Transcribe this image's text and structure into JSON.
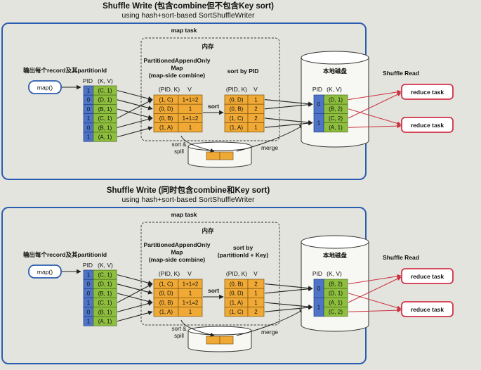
{
  "diagrams": [
    {
      "title": "Shuffle Write (包含combine但不包含Key sort)",
      "subtitle": "using hash+sort-based SortShuffleWriter",
      "map_task_label": "map task",
      "memory_label": "内存",
      "disk_label": "本地磁盘",
      "output_label": "输出每个record及其partitionId",
      "map_label": "map()",
      "input_header": [
        "PID",
        "(K, V)"
      ],
      "input_rows": [
        [
          "1",
          "(C, 1)"
        ],
        [
          "0",
          "(D, 1)"
        ],
        [
          "0",
          "(B, 1)"
        ],
        [
          "1",
          "(C, 1)"
        ],
        [
          "0",
          "(B, 1)"
        ],
        [
          "1",
          "(A, 1)"
        ]
      ],
      "paom_label": [
        "PartitionedAppendOnly",
        "Map",
        "(map-side combine)"
      ],
      "paom_header": [
        "(PID, K)",
        "V"
      ],
      "paom_rows": [
        [
          "(1, C)",
          "1+1=2"
        ],
        [
          "(0, D)",
          "1"
        ],
        [
          "(0, B)",
          "1+1=2"
        ],
        [
          "(1, A)",
          "1"
        ]
      ],
      "sort_label": "sort",
      "sorted_title": [
        "sort by PID"
      ],
      "sorted_header": [
        "(PID, K)",
        "V"
      ],
      "sorted_rows": [
        [
          "(0, D)",
          "1"
        ],
        [
          "(0, B)",
          "2"
        ],
        [
          "(1, C)",
          "2"
        ],
        [
          "(1, A)",
          "1"
        ]
      ],
      "spill_label": [
        "sort &",
        "spill"
      ],
      "merge_label": "merge",
      "disk_header": [
        "PID",
        "(K, V)"
      ],
      "disk_pids": [
        "0",
        "1"
      ],
      "disk_rows": [
        "(D, 1)",
        "(B, 2)",
        "(C, 2)",
        "(A, 1)"
      ],
      "shuffle_read_label": "Shuffle Read",
      "reduce_labels": [
        "reduce task",
        "reduce task"
      ]
    },
    {
      "title": "Shuffle Write (同时包含combine和Key sort)",
      "subtitle": "using hash+sort-based SortShuffleWriter",
      "map_task_label": "map task",
      "memory_label": "内存",
      "disk_label": "本地磁盘",
      "output_label": "输出每个record及其partitionId",
      "map_label": "map()",
      "input_header": [
        "PID",
        "(K, V)"
      ],
      "input_rows": [
        [
          "1",
          "(C, 1)"
        ],
        [
          "0",
          "(D, 1)"
        ],
        [
          "0",
          "(B, 1)"
        ],
        [
          "1",
          "(C, 1)"
        ],
        [
          "0",
          "(B, 1)"
        ],
        [
          "1",
          "(A, 1)"
        ]
      ],
      "paom_label": [
        "PartitionedAppendOnly",
        "Map",
        "(map-side combine)"
      ],
      "paom_header": [
        "(PID, K)",
        "V"
      ],
      "paom_rows": [
        [
          "(1, C)",
          "1+1=2"
        ],
        [
          "(0, D)",
          "1"
        ],
        [
          "(0, B)",
          "1+1=2"
        ],
        [
          "(1, A)",
          "1"
        ]
      ],
      "sort_label": "sort",
      "sorted_title": [
        "sort by",
        "(partitionId + Key)"
      ],
      "sorted_header": [
        "(PID, K)",
        "V"
      ],
      "sorted_rows": [
        [
          "(0, B)",
          "2"
        ],
        [
          "(0, D)",
          "1"
        ],
        [
          "(1, A)",
          "1"
        ],
        [
          "(1, C)",
          "2"
        ]
      ],
      "spill_label": [
        "sort &",
        "spill"
      ],
      "merge_label": "merge",
      "disk_header": [
        "PID",
        "(K, V)"
      ],
      "disk_pids": [
        "0",
        "1"
      ],
      "disk_rows": [
        "(B, 2)",
        "(D, 1)",
        "(A, 1)",
        "(C, 2)"
      ],
      "shuffle_read_label": "Shuffle Read",
      "reduce_labels": [
        "reduce task",
        "reduce task"
      ]
    }
  ],
  "colors": {
    "map_task_border": "#2a5db0",
    "reduce_border": "#d2334a",
    "map_box_border": "#2a5db0",
    "pid_blue": "#4f73c6",
    "pid_line": "#1f3e86",
    "cell_green": "#8dbe3d",
    "cell_orange": "#f0a935",
    "disk_fill": "#f7f7f3",
    "arrow": "#222222",
    "red_arrow": "#c9303f"
  }
}
